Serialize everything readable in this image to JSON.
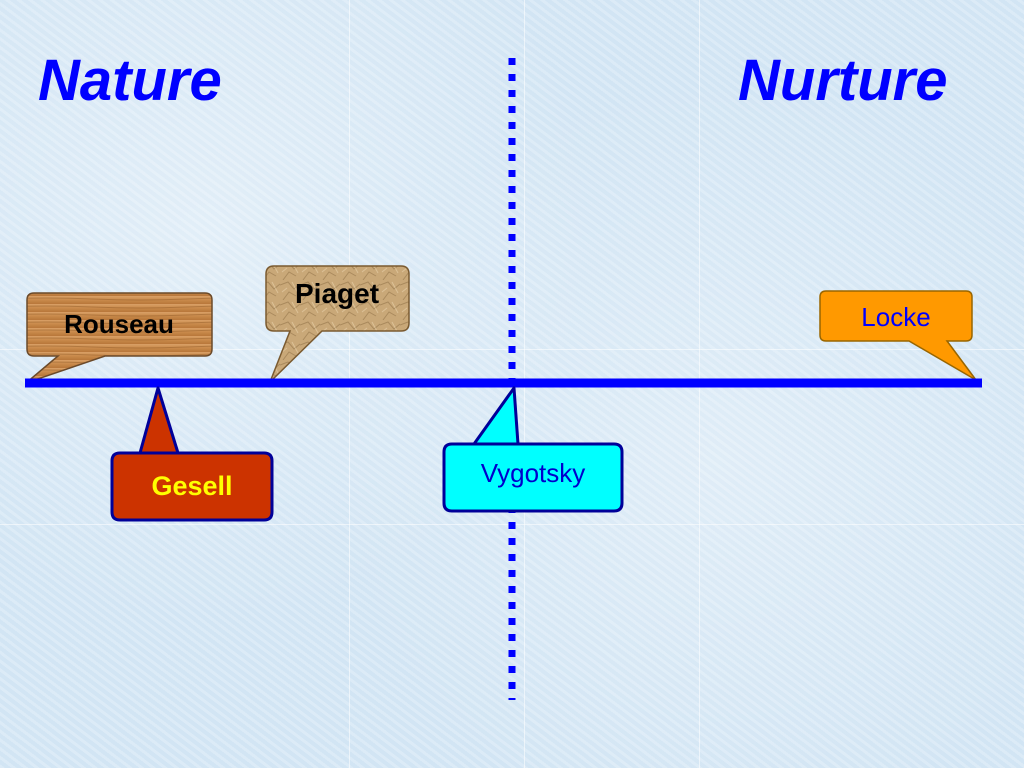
{
  "headings": {
    "left": "Nature",
    "right": "Nurture"
  },
  "labels": {
    "rouseau": "Rouseau",
    "piaget": "Piaget",
    "locke": "Locke",
    "gesell": "Gesell",
    "vygotsky": "Vygotsky"
  },
  "colors": {
    "background": "#d8e9f6",
    "axis": "#0000ff",
    "divider": "#0000ff",
    "heading_text": "#0000ff",
    "rouseau_fill": "#c98a4b",
    "rouseau_text": "#000000",
    "piaget_fill": "#c9a878",
    "piaget_text": "#000000",
    "locke_fill": "#ff9900",
    "locke_text": "#0000ff",
    "gesell_fill": "#cc3300",
    "gesell_text": "#ffff00",
    "vygotsky_fill": "#00ffff",
    "vygotsky_text": "#0000cc",
    "callout_border": "#000099"
  }
}
